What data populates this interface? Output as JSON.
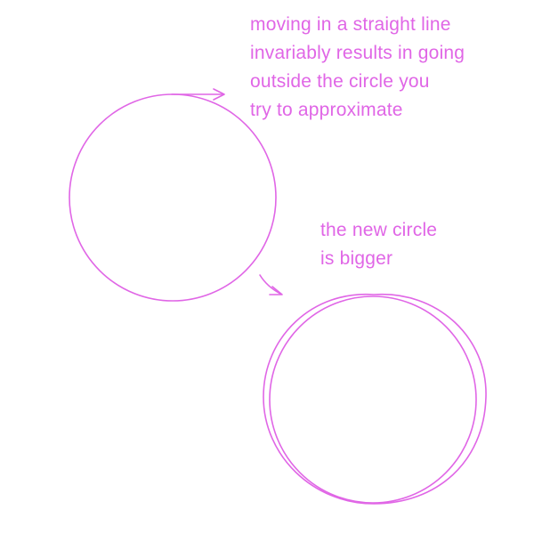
{
  "annotations": {
    "top_note": [
      "moving in a straight line",
      "invariably results in going",
      "outside the circle you",
      "try to approximate"
    ],
    "bottom_note": [
      "the new circle",
      "is bigger"
    ]
  },
  "colors": {
    "ink": "#e066e6",
    "background": "#ffffff"
  }
}
